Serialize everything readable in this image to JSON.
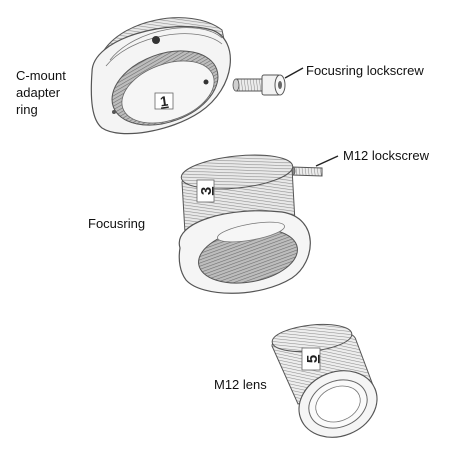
{
  "labels": {
    "cmount": [
      "C-mount",
      "adapter",
      "ring"
    ],
    "focusring_lockscrew": "Focusring lockscrew",
    "m12_lockscrew": "M12 lockscrew",
    "focusring": "Focusring",
    "m12_lens": "M12 lens"
  },
  "part_numbers": {
    "cmount": "1",
    "focusring": "3",
    "m12_lens": "5"
  },
  "colors": {
    "outline": "#555555",
    "thread": "#9a9a9a",
    "surface": "#f2f2f2"
  }
}
